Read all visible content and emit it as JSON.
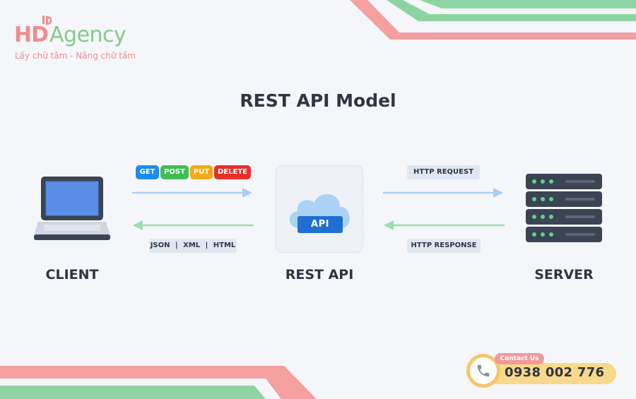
{
  "logo": {
    "brand_hd": "HD",
    "brand_agency": "Agency",
    "tagline": "Lấy chữ tâm - Nâng chữ tầm"
  },
  "title": "REST API Model",
  "nodes": {
    "client": "CLIENT",
    "rest_api": "REST API",
    "server": "SERVER"
  },
  "api_badge": "API",
  "methods": [
    {
      "label": "GET",
      "color": "#1b8cf0"
    },
    {
      "label": "POST",
      "color": "#3ebf55"
    },
    {
      "label": "PUT",
      "color": "#f4a916"
    },
    {
      "label": "DELETE",
      "color": "#e8302a"
    }
  ],
  "formats": {
    "json": "JSON",
    "sep": "|",
    "xml": "XML",
    "html": "HTML"
  },
  "http_request": "HTTP REQUEST",
  "http_response": "HTTP RESPONSE",
  "contact": {
    "label": "Contact Us",
    "phone": "0938 002 776"
  },
  "colors": {
    "request_arrow": "#a9cdf2",
    "response_arrow": "#9fdcae",
    "stripe_green": "#8ed4a2",
    "stripe_pink": "#f5a0a0",
    "text_dark": "#2f3542"
  }
}
